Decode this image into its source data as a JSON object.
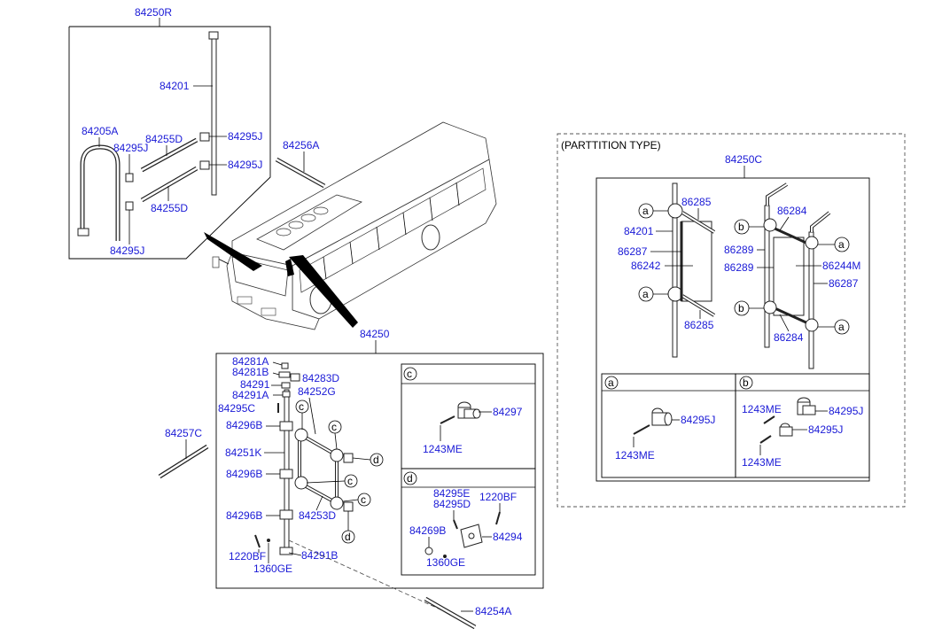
{
  "labels": {
    "p84250R": "84250R",
    "p84201_l": "84201",
    "p84205A": "84205A",
    "p84255D_a": "84255D",
    "p84295J_a": "84295J",
    "p84295J_b": "84295J",
    "p84295J_c": "84295J",
    "p84295J_d": "84295J",
    "p84255D_b": "84255D",
    "p84256A": "84256A",
    "p84250": "84250",
    "p84281A": "84281A",
    "p84281B": "84281B",
    "p84283D": "84283D",
    "p84291": "84291",
    "p84252G": "84252G",
    "p84291A": "84291A",
    "p84295C": "84295C",
    "p84296B_a": "84296B",
    "p84257C": "84257C",
    "p84251K": "84251K",
    "p84296B_b": "84296B",
    "p84296B_c": "84296B",
    "p84253D": "84253D",
    "p1220BF_l": "1220BF",
    "p84291B": "84291B",
    "p1360GE_l": "1360GE",
    "p84254A": "84254A",
    "p84297": "84297",
    "p1243ME_c": "1243ME",
    "p84295E": "84295E",
    "p84295D": "84295D",
    "p1220BF_d": "1220BF",
    "p84269B": "84269B",
    "p84294": "84294",
    "p1360GE_d": "1360GE",
    "partition_title": "(PARTTITION TYPE)",
    "p84250C": "84250C",
    "p86285_a": "86285",
    "p84201_r": "84201",
    "p86287_a": "86287",
    "p86242": "86242",
    "p86285_b": "86285",
    "p86284_a": "86284",
    "p86289_a": "86289",
    "p86289_b": "86289",
    "p86244M": "86244M",
    "p86287_b": "86287",
    "p86284_b": "86284",
    "p1243ME_a": "1243ME",
    "p84295J_pa": "84295J",
    "p1243ME_b1": "1243ME",
    "p84295J_pb1": "84295J",
    "p84295J_pb2": "84295J",
    "p1243ME_b2": "1243ME"
  },
  "callouts": {
    "c": "c",
    "d": "d",
    "a": "a",
    "b": "b"
  }
}
